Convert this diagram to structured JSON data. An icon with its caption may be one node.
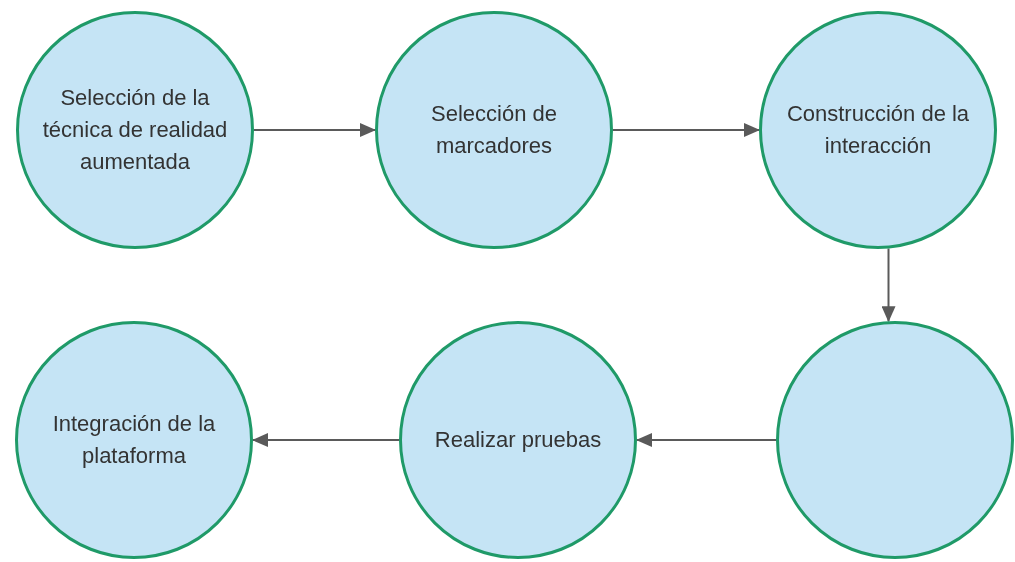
{
  "diagram": {
    "nodes": [
      {
        "text": [
          "Selección de la técnica de realidad aumentada"
        ]
      },
      {
        "text": [
          "Selección de marcadores"
        ]
      },
      {
        "text": [
          "Construcción de la interacción"
        ]
      },
      {
        "text": [],
        "shape": "circle"
      },
      {
        "text": [
          "Realizar pruebas"
        ]
      },
      {
        "text": [
          "Integración de la plataforma"
        ]
      }
    ],
    "edges": [
      {
        "from": 0,
        "to": 1,
        "arrow": "to"
      },
      {
        "from": 1,
        "to": 2,
        "arrow": "to"
      },
      {
        "from": 2,
        "to": 3,
        "arrow": "to"
      },
      {
        "from": 3,
        "to": 4,
        "arrow": "to"
      },
      {
        "from": 4,
        "to": 5,
        "arrow": "to"
      }
    ]
  }
}
